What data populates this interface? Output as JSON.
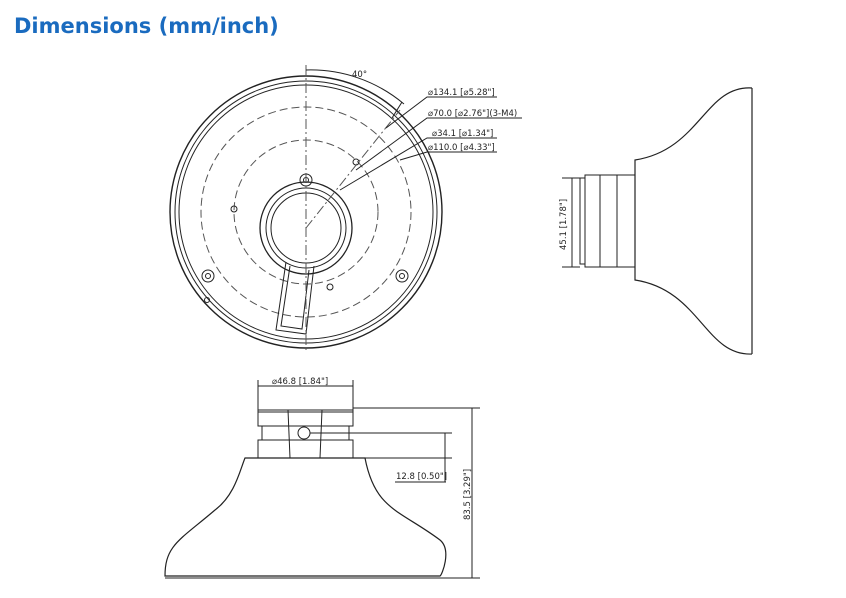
{
  "title": "Dimensions (mm/inch)",
  "labels": {
    "angle": "40°",
    "outer_diameter": "⌀134.1 [⌀5.28\"]",
    "hole_circle": "⌀70.0 [⌀2.76\"](3-M4)",
    "inner_diameter": "⌀34.1 [⌀1.34\"]",
    "mid_diameter": "⌀110.0 [⌀4.33\"]",
    "side_height": "45.1 [1.78\"]",
    "top_diameter": "⌀46.8 [1.84\"]",
    "hole_offset": "12.8 [0.50\"]",
    "total_height": "83.5 [3.29\"]"
  },
  "colors": {
    "title": "#1a6bbf",
    "lines": "#222222"
  }
}
